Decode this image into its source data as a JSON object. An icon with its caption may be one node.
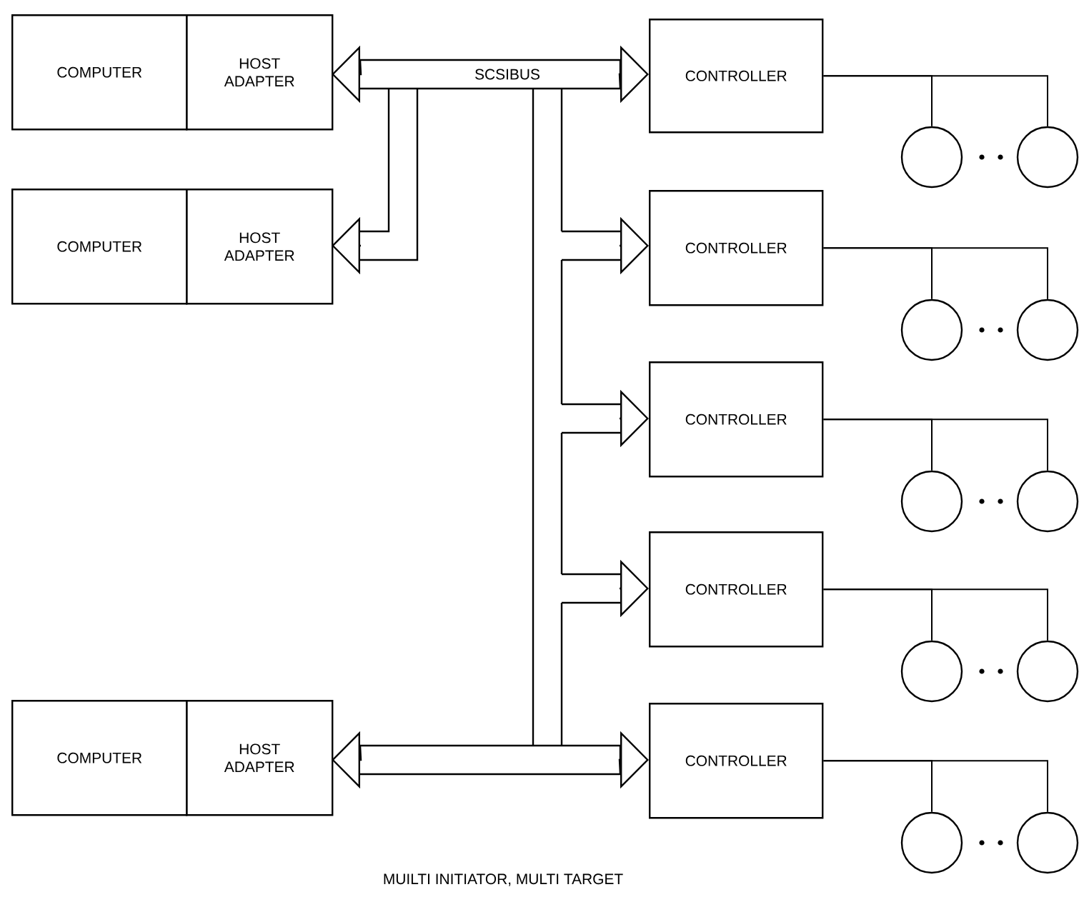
{
  "diagram": {
    "caption": "MUILTI INITIATOR, MULTI TARGET",
    "nodes": [
      {
        "text": [
          "COMPUTER"
        ]
      },
      {
        "text": [
          "HOST ADAPTER"
        ]
      },
      {
        "text": [
          "CONTROLLER"
        ]
      },
      {
        "text": [],
        "shape": "circle"
      },
      {
        "text": [],
        "shape": "circle"
      },
      {
        "text": [
          "COMPUTER"
        ]
      },
      {
        "text": [
          "HOST ADAPTER"
        ]
      },
      {
        "text": [
          "CONTROLLER"
        ]
      },
      {
        "text": [],
        "shape": "circle"
      },
      {
        "text": [],
        "shape": "circle"
      },
      {
        "text": [
          "CONTROLLER"
        ]
      },
      {
        "text": [],
        "shape": "circle"
      },
      {
        "text": [],
        "shape": "circle"
      },
      {
        "text": [
          "CONTROLLER"
        ]
      },
      {
        "text": [],
        "shape": "circle"
      },
      {
        "text": [],
        "shape": "circle"
      },
      {
        "text": [
          "COMPUTER"
        ]
      },
      {
        "text": [
          "HOST ADAPTER"
        ]
      },
      {
        "text": [
          "CONTROLLER"
        ]
      },
      {
        "text": [],
        "shape": "circle"
      },
      {
        "text": [],
        "shape": "circle"
      }
    ],
    "edges": [
      {
        "from": 1,
        "to": 2,
        "arrow": "both",
        "label": "SCSIBUS"
      },
      {
        "from": null,
        "to": 6,
        "arrow": "to"
      },
      {
        "from": null,
        "to": 7,
        "arrow": "to"
      },
      {
        "from": null,
        "to": 10,
        "arrow": "to"
      },
      {
        "from": null,
        "to": 13,
        "arrow": "to"
      },
      {
        "from": 17,
        "to": 18,
        "arrow": "both"
      },
      {
        "from": 2,
        "to": 3,
        "arrow": "none"
      },
      {
        "from": 2,
        "to": 4,
        "arrow": "none"
      },
      {
        "from": 7,
        "to": 8,
        "arrow": "none"
      },
      {
        "from": 7,
        "to": 9,
        "arrow": "none"
      },
      {
        "from": 10,
        "to": 11,
        "arrow": "none"
      },
      {
        "from": 10,
        "to": 12,
        "arrow": "none"
      },
      {
        "from": 13,
        "to": 14,
        "arrow": "none"
      },
      {
        "from": 13,
        "to": 15,
        "arrow": "none"
      },
      {
        "from": 18,
        "to": 19,
        "arrow": "none"
      },
      {
        "from": 18,
        "to": 20,
        "arrow": "none"
      }
    ]
  }
}
